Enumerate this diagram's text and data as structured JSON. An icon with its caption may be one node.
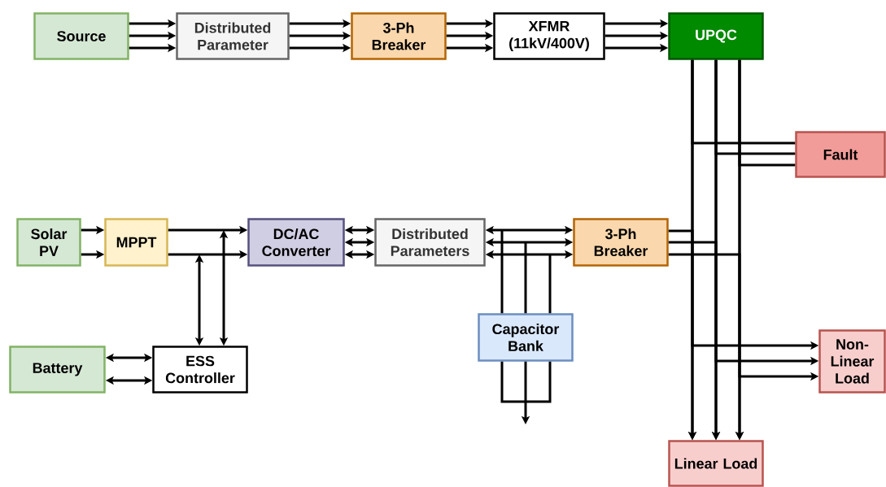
{
  "diagram": {
    "nodes": [
      {
        "text": [
          "Source"
        ]
      },
      {
        "text": [
          "Distributed Parameter"
        ]
      },
      {
        "text": [
          "3-Ph Breaker"
        ]
      },
      {
        "text": [
          "XFMR (11kV/400V)"
        ]
      },
      {
        "text": [
          "UPQC"
        ]
      },
      {
        "text": [
          "Fault"
        ]
      },
      {
        "text": [
          "Solar PV"
        ]
      },
      {
        "text": [
          "MPPT"
        ]
      },
      {
        "text": [
          "DC/AC Converter"
        ]
      },
      {
        "text": [
          "Distributed Parameters"
        ]
      },
      {
        "text": [
          "3-Ph Breaker"
        ]
      },
      {
        "text": [
          "Capacitor Bank"
        ]
      },
      {
        "text": [
          "Battery"
        ]
      },
      {
        "text": [
          "ESS Controller"
        ]
      },
      {
        "text": [
          "Non-Linear Load"
        ]
      },
      {
        "text": [
          "Linear Load"
        ]
      }
    ],
    "edges": [
      {
        "from": 0,
        "to": 1,
        "arrow": "to"
      },
      {
        "from": 0,
        "to": 1,
        "arrow": "to"
      },
      {
        "from": 0,
        "to": 1,
        "arrow": "to"
      },
      {
        "from": 1,
        "to": 2,
        "arrow": "to"
      },
      {
        "from": 1,
        "to": 2,
        "arrow": "to"
      },
      {
        "from": 1,
        "to": 2,
        "arrow": "to"
      },
      {
        "from": 2,
        "to": 3,
        "arrow": "to"
      },
      {
        "from": 2,
        "to": 3,
        "arrow": "to"
      },
      {
        "from": 2,
        "to": 3,
        "arrow": "to"
      },
      {
        "from": 3,
        "to": 4,
        "arrow": "to"
      },
      {
        "from": 3,
        "to": 4,
        "arrow": "to"
      },
      {
        "from": 3,
        "to": 4,
        "arrow": "to"
      },
      {
        "from": 4,
        "to": 15,
        "arrow": "to"
      },
      {
        "from": 4,
        "to": 15,
        "arrow": "to"
      },
      {
        "from": 4,
        "to": 15,
        "arrow": "to"
      },
      {
        "from": 4,
        "to": 5,
        "arrow": "none"
      },
      {
        "from": 4,
        "to": 5,
        "arrow": "none"
      },
      {
        "from": 4,
        "to": 5,
        "arrow": "none"
      },
      {
        "from": 4,
        "to": 14,
        "arrow": "to"
      },
      {
        "from": 4,
        "to": 14,
        "arrow": "to"
      },
      {
        "from": 4,
        "to": 14,
        "arrow": "to"
      },
      {
        "from": 10,
        "to": 15,
        "arrow": "to"
      },
      {
        "from": 10,
        "to": 15,
        "arrow": "to"
      },
      {
        "from": 10,
        "to": 15,
        "arrow": "to"
      },
      {
        "from": 6,
        "to": 7,
        "arrow": "to"
      },
      {
        "from": 6,
        "to": 7,
        "arrow": "to"
      },
      {
        "from": 7,
        "to": 8,
        "arrow": "to"
      },
      {
        "from": 7,
        "to": 8,
        "arrow": "to"
      },
      {
        "from": 8,
        "to": 9,
        "arrow": "both"
      },
      {
        "from": 8,
        "to": 9,
        "arrow": "both"
      },
      {
        "from": 8,
        "to": 9,
        "arrow": "both"
      },
      {
        "from": 9,
        "to": 10,
        "arrow": "both"
      },
      {
        "from": 9,
        "to": 10,
        "arrow": "both"
      },
      {
        "from": 9,
        "to": 10,
        "arrow": "both"
      },
      {
        "from": 11,
        "to": null,
        "arrow": "none"
      },
      {
        "from": 11,
        "to": null,
        "arrow": "none"
      },
      {
        "from": 11,
        "to": null,
        "arrow": "none"
      },
      {
        "from": 11,
        "to": null,
        "arrow": "to"
      },
      {
        "from": 13,
        "to": null,
        "arrow": "both"
      },
      {
        "from": 13,
        "to": null,
        "arrow": "both"
      },
      {
        "from": 12,
        "to": 13,
        "arrow": "both"
      },
      {
        "from": 12,
        "to": 13,
        "arrow": "both"
      }
    ]
  }
}
